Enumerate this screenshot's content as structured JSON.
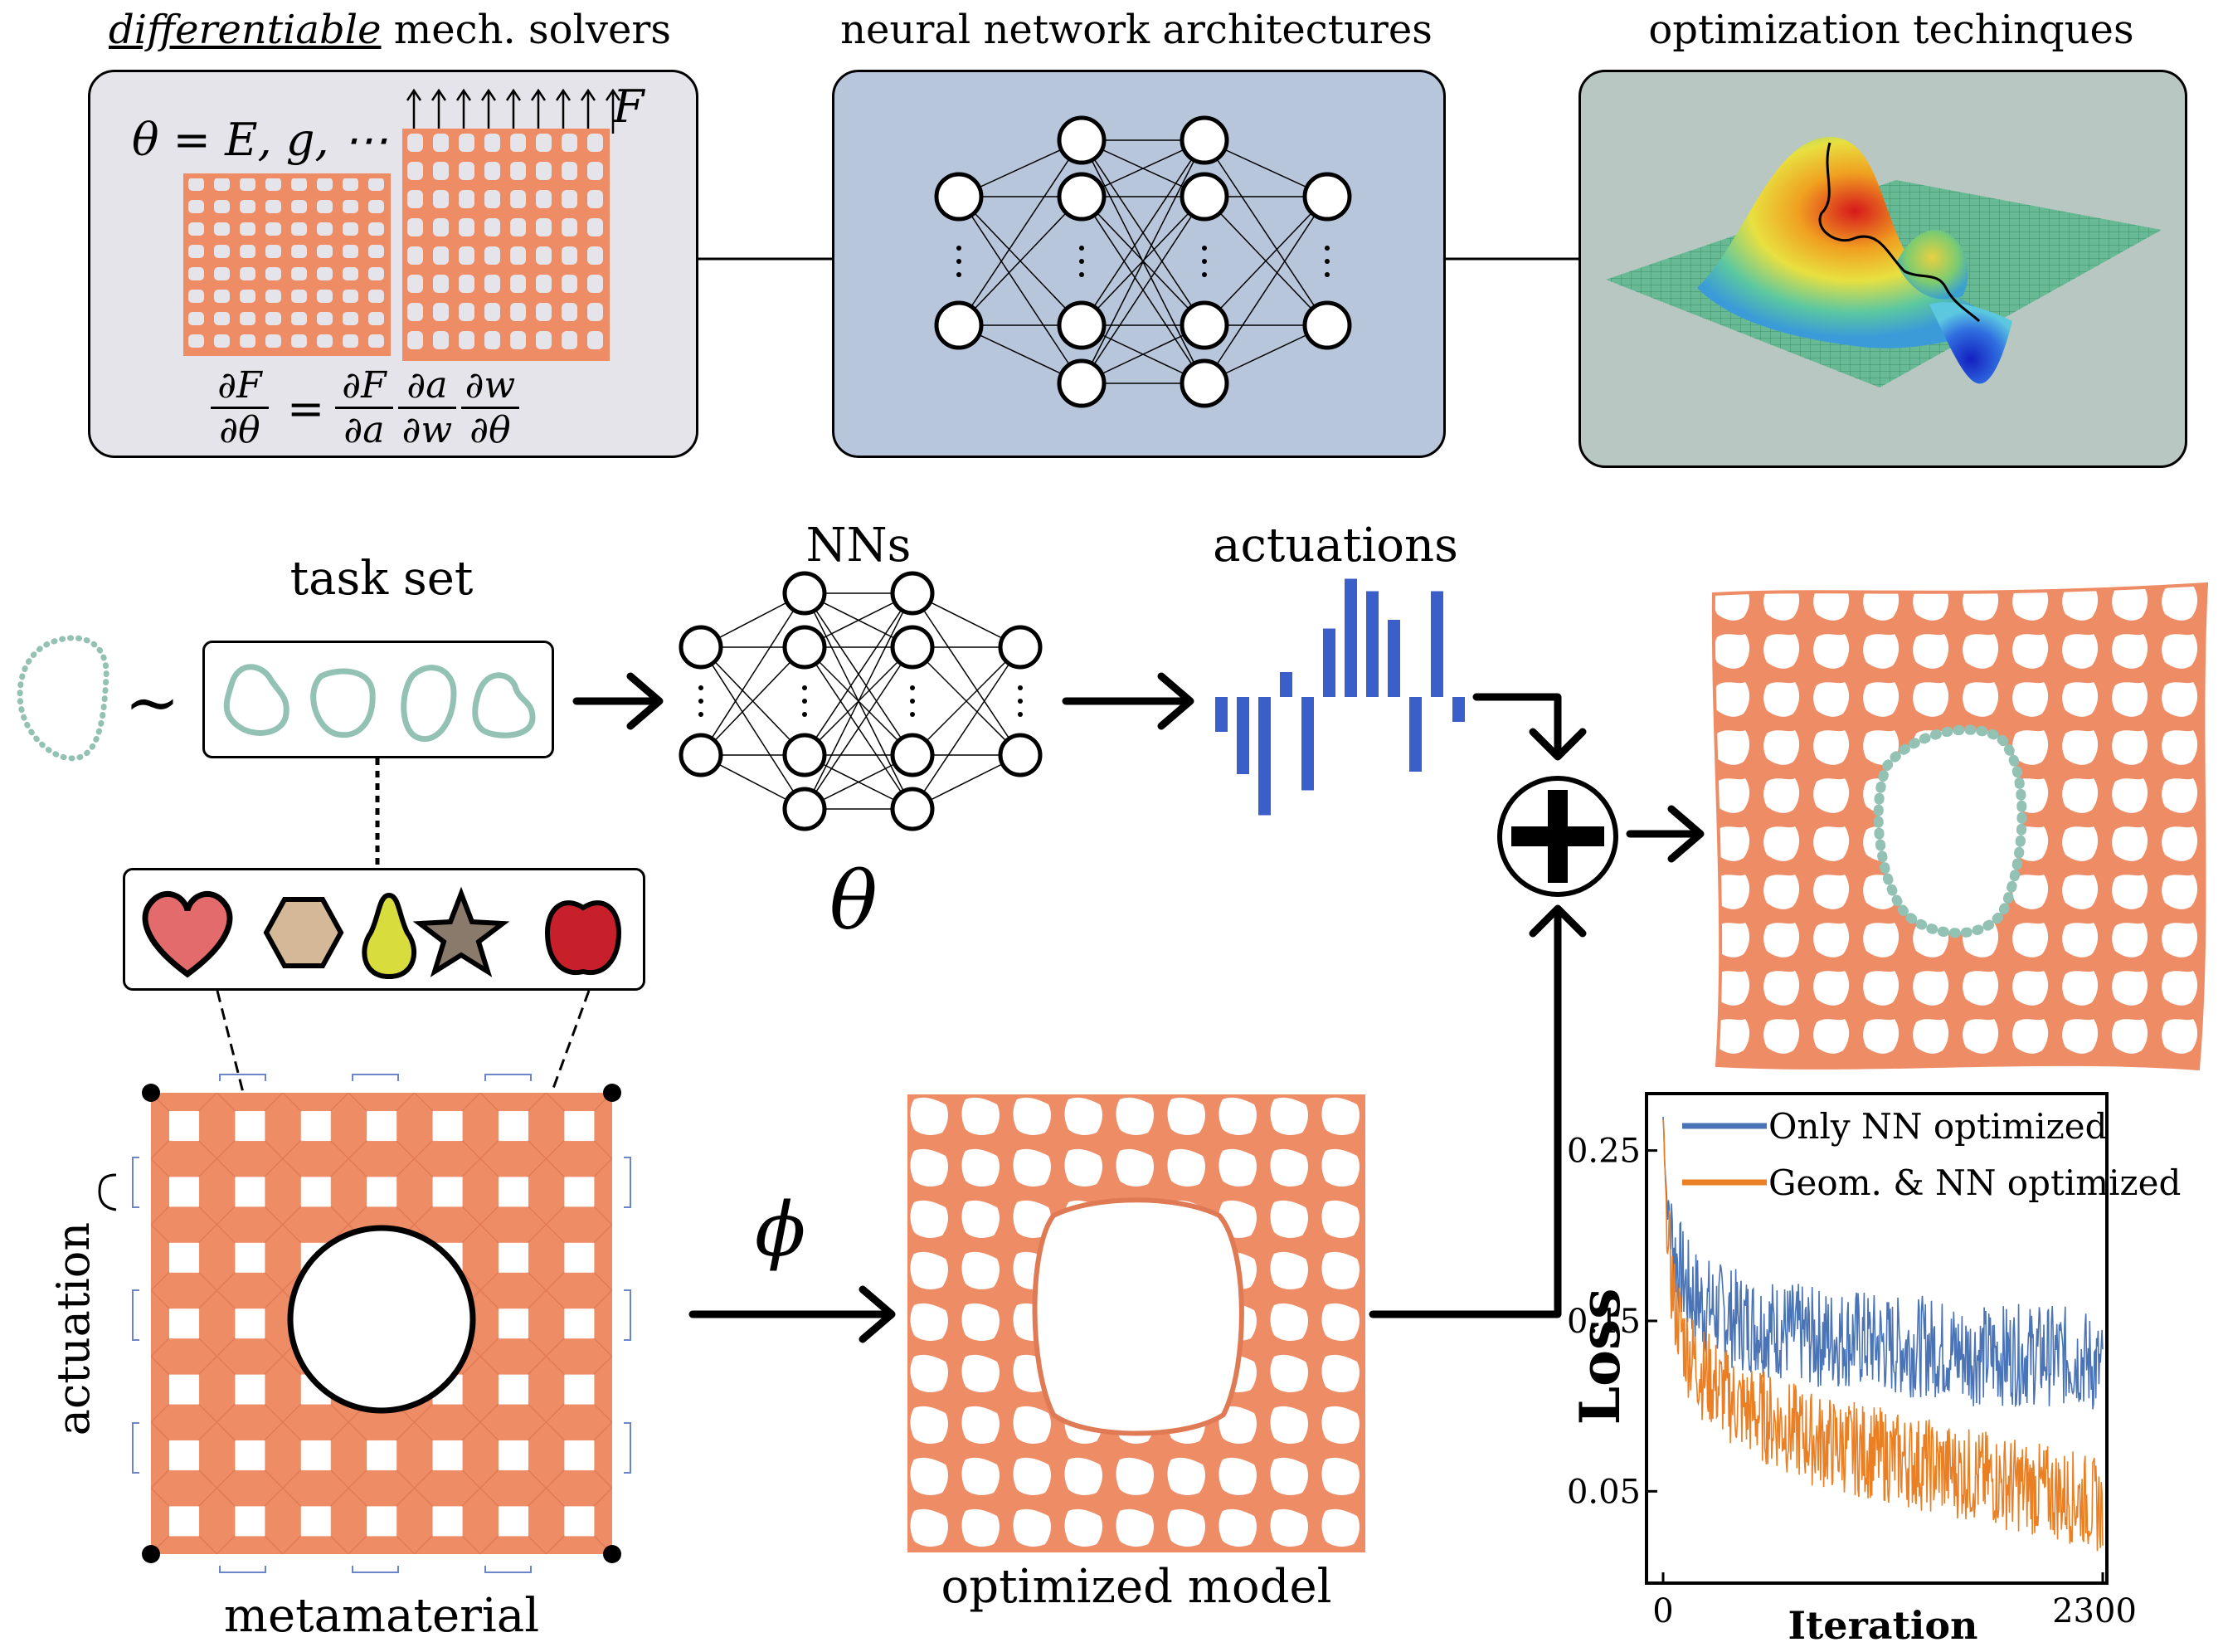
{
  "top": {
    "solver": {
      "heading_em": "differentiable",
      "heading_rest": " mech. solvers",
      "theta_eq": "θ = E, g, ⋯",
      "force": "F",
      "grad_lhs_num": "∂F",
      "grad_lhs_den": "∂θ",
      "grad_eq": "=",
      "grad_t1_num": "∂F",
      "grad_t1_den": "∂a",
      "grad_t2_num": "∂a",
      "grad_t2_den": "∂w",
      "grad_t3_num": "∂w",
      "grad_t3_den": "∂θ"
    },
    "nn_heading": "neural network architectures",
    "opt_heading": "optimization techinques"
  },
  "pipeline": {
    "task_set_label": "task set",
    "tilde": "~",
    "nns_label": "NNs",
    "theta": "θ",
    "actuations_label": "actuations",
    "phi": "ϕ",
    "actuation_label": "actuation",
    "metamaterial_label": "metamaterial",
    "optimized_label": "optimized model",
    "shape_icons": [
      "heart-icon",
      "hexagon-icon",
      "pear-icon",
      "star-icon",
      "apple-icon"
    ],
    "actuation_bars": [
      -0.28,
      -0.62,
      -0.95,
      0.2,
      -0.75,
      0.55,
      0.95,
      0.85,
      0.62,
      -0.6,
      0.85,
      -0.2
    ]
  },
  "colors": {
    "orange": "#ee8c66",
    "teal": "#93c2b4",
    "blue_bar": "#3b5fc8",
    "panel_gray": "#e4e4ea",
    "panel_blue": "#b8c6dc",
    "panel_green": "#b8c7c1",
    "series_blue": "#4a74b5",
    "series_orange": "#ea7f23"
  },
  "chart_data": {
    "type": "line",
    "xlabel": "Iteration",
    "ylabel": "Loss",
    "x_ticks": [
      "0",
      "2300"
    ],
    "y_ticks": [
      "0.05",
      "0.15",
      "0.25"
    ],
    "xlim": [
      0,
      2300
    ],
    "ylim": [
      0,
      0.28
    ],
    "legend_position": "top",
    "series": [
      {
        "name": "Only NN optimized",
        "color": "#4a74b5",
        "x": [
          0,
          20,
          60,
          120,
          200,
          300,
          400,
          600,
          800,
          1000,
          1200,
          1400,
          1600,
          1800,
          2000,
          2200,
          2300
        ],
        "values": [
          0.27,
          0.22,
          0.19,
          0.17,
          0.16,
          0.155,
          0.15,
          0.145,
          0.14,
          0.14,
          0.135,
          0.135,
          0.13,
          0.13,
          0.13,
          0.128,
          0.12
        ]
      },
      {
        "name": "Geom. & NN optimized",
        "color": "#ea7f23",
        "x": [
          0,
          20,
          60,
          120,
          200,
          300,
          400,
          600,
          800,
          1000,
          1200,
          1400,
          1600,
          1800,
          2000,
          2200,
          2300
        ],
        "values": [
          0.27,
          0.2,
          0.16,
          0.135,
          0.12,
          0.11,
          0.1,
          0.09,
          0.08,
          0.075,
          0.07,
          0.065,
          0.06,
          0.055,
          0.05,
          0.045,
          0.04
        ]
      }
    ]
  }
}
